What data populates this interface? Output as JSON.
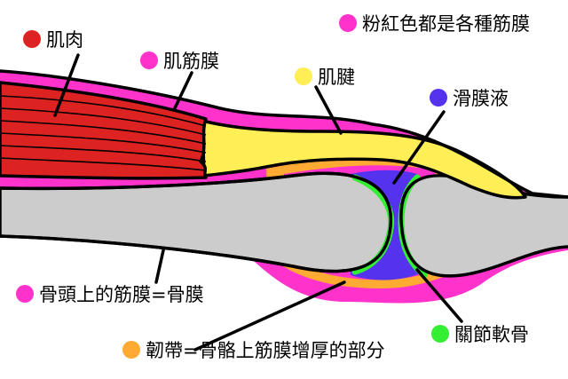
{
  "labels": {
    "muscle": "肌肉",
    "muscle_fascia": "肌筋膜",
    "tendon": "肌腱",
    "synovial_fluid": "滑膜液",
    "pink_note": "粉紅色都是各種筋膜",
    "periosteum": "骨頭上的筋膜=骨膜",
    "cartilage": "關節軟骨",
    "ligament": "韌帶=骨骼上筋膜增厚的部分"
  },
  "colors": {
    "muscle": "#dd2222",
    "fascia": "#ff33cc",
    "tendon": "#ffee55",
    "synovial_fluid": "#5533ee",
    "cartilage": "#33ee33",
    "ligament": "#ffaa33",
    "bone": "#cccccc",
    "outline": "#000000"
  }
}
